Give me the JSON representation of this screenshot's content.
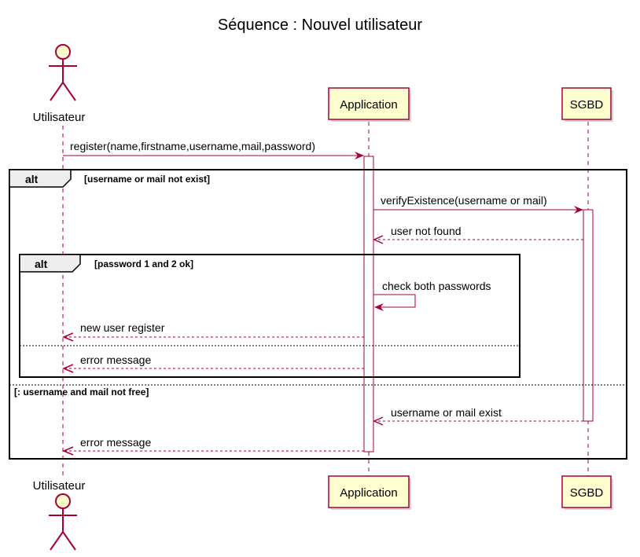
{
  "diagram": {
    "title": "Séquence : Nouvel utilisateur",
    "participants": {
      "user": "Utilisateur",
      "app": "Application",
      "db": "SGBD"
    },
    "fragments": {
      "outer_keyword": "alt",
      "outer_guard": "[username or mail not exist]",
      "outer_else_guard": "[: username and mail not free]",
      "inner_keyword": "alt",
      "inner_guard": "[password 1 and 2 ok]"
    },
    "messages": {
      "m1": "register(name,firstname,username,mail,password)",
      "m2": "verifyExistence(username or mail)",
      "m3": "user not found",
      "m4": "check both passwords",
      "m5": "new user register",
      "m6": "error message",
      "m7": "username or mail exist",
      "m8": "error message"
    },
    "colors": {
      "participant_fill": "#FEFECE",
      "line": "#A80036"
    }
  }
}
